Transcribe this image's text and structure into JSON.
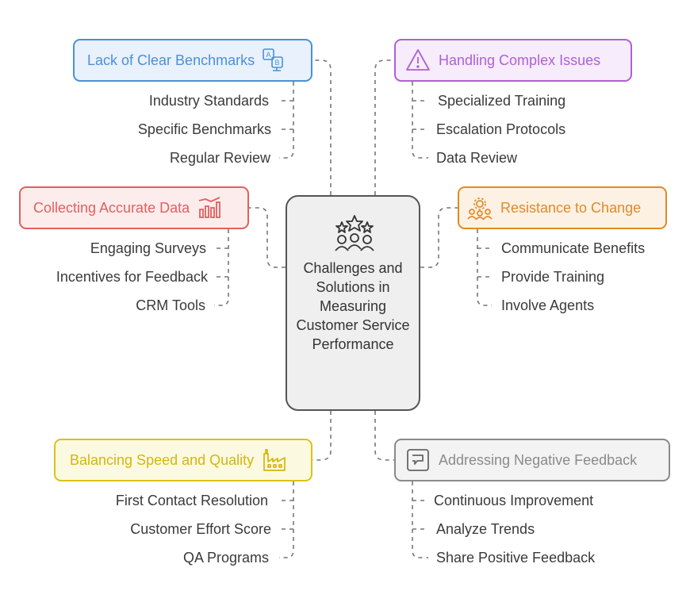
{
  "center": {
    "title": "Challenges and Solutions in Measuring Customer Service Performance",
    "icon": "stars-people-icon"
  },
  "branches": [
    {
      "id": "benchmarks",
      "title": "Lack of Clear Benchmarks",
      "icon": "ab-test-icon",
      "color": "#4a90d9",
      "bg": "#e8f1fc",
      "items": [
        "Industry Standards",
        "Specific Benchmarks",
        "Regular Review"
      ]
    },
    {
      "id": "complex",
      "title": "Handling Complex Issues",
      "icon": "warning-icon",
      "color": "#b05fd6",
      "bg": "#f6ecfb",
      "items": [
        "Specialized Training",
        "Escalation Protocols",
        "Data Review"
      ]
    },
    {
      "id": "data",
      "title": "Collecting Accurate Data",
      "icon": "bar-chart-icon",
      "color": "#e06060",
      "bg": "#fdecec",
      "items": [
        "Engaging Surveys",
        "Incentives for Feedback",
        "CRM Tools"
      ]
    },
    {
      "id": "change",
      "title": "Resistance to Change",
      "icon": "team-gear-icon",
      "color": "#e08a2a",
      "bg": "#fdf1e3",
      "items": [
        "Communicate Benefits",
        "Provide Training",
        "Involve Agents"
      ]
    },
    {
      "id": "speed",
      "title": "Balancing Speed and Quality",
      "icon": "factory-icon",
      "color": "#d9c21a",
      "bg": "#fcf9e1",
      "items": [
        "First Contact Resolution",
        "Customer Effort Score",
        "QA Programs"
      ]
    },
    {
      "id": "negative",
      "title": "Addressing Negative Feedback",
      "icon": "chat-bubble-icon",
      "color": "#8a8a8a",
      "bg": "#f3f3f3",
      "items": [
        "Continuous Improvement",
        "Analyze Trends",
        "Share Positive Feedback"
      ]
    }
  ]
}
